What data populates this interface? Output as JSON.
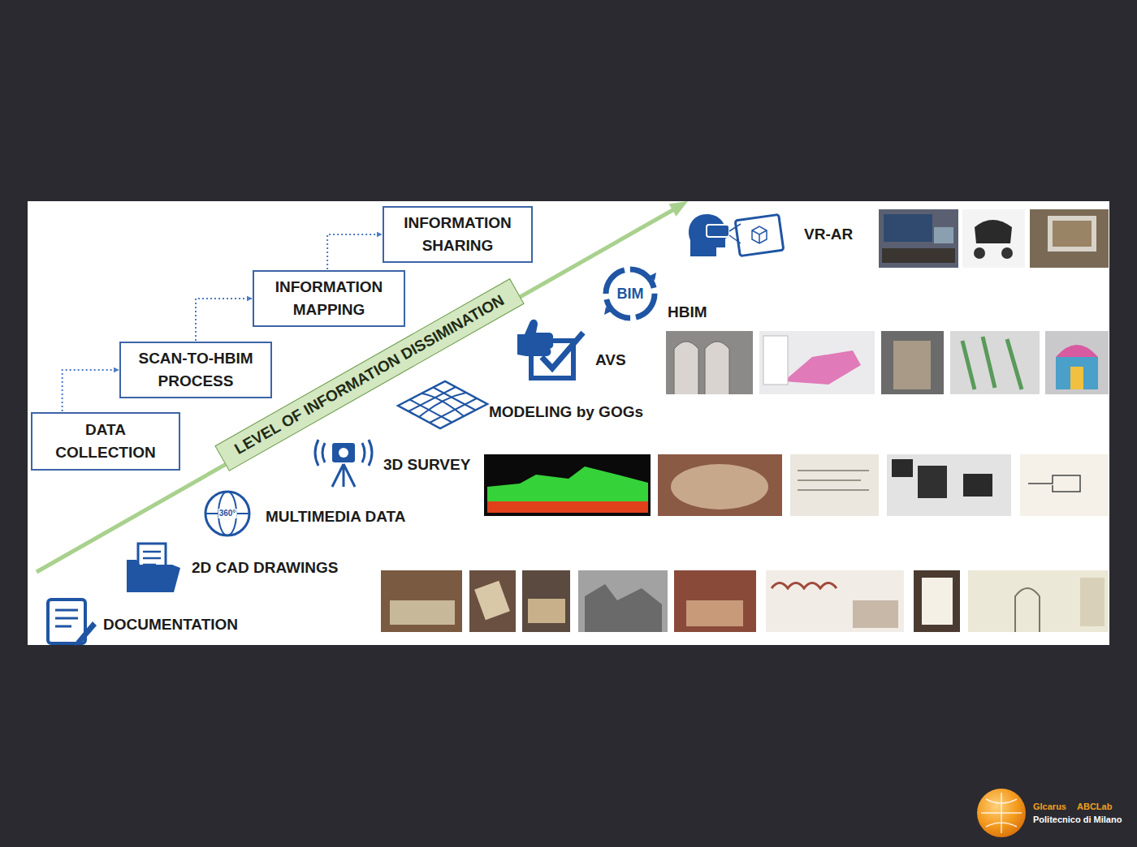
{
  "diagram": {
    "nodes": [
      {
        "text": [
          "DATA COLLECTION"
        ]
      },
      {
        "text": [
          "SCAN-TO-HBIM PROCESS"
        ]
      },
      {
        "text": [
          "INFORMATION MAPPING"
        ]
      },
      {
        "text": [
          "INFORMATION SHARING"
        ]
      },
      {
        "text": [
          "LEVEL OF INFORMATION DISSIMINATION"
        ]
      }
    ],
    "edges": [
      {
        "from": 0,
        "to": 1,
        "arrow": "to"
      },
      {
        "from": 1,
        "to": 2,
        "arrow": "to"
      },
      {
        "from": 2,
        "to": 3,
        "arrow": "to"
      }
    ],
    "labels": [
      "VR-AR",
      "BIM",
      "HBIM",
      "AVS",
      "MODELING by GOGs",
      "3D SURVEY",
      "360°",
      "MULTIMEDIA DATA",
      "2D CAD DRAWINGS",
      "DOCUMENTATION",
      "GIcarus",
      "ABCLab",
      "Politecnico di Milano"
    ]
  }
}
